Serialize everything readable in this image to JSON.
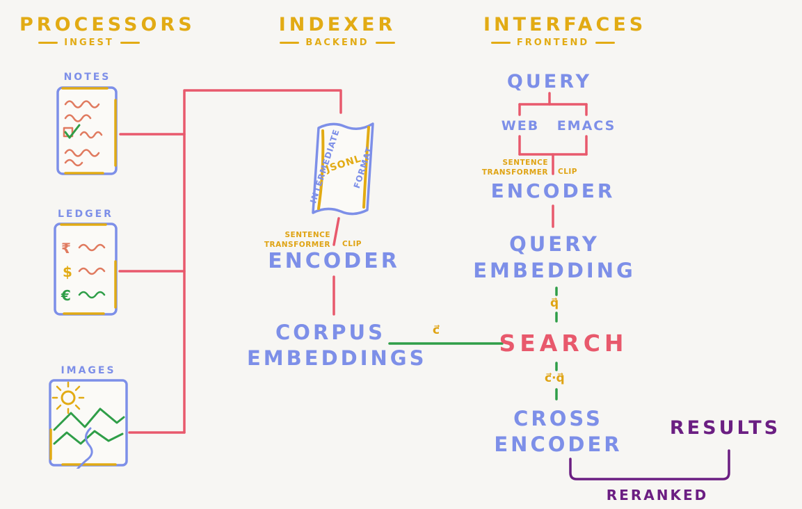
{
  "colors": {
    "background": "#f7f6f3",
    "yellow": "#e2ab14",
    "blue": "#7d8fe8",
    "red": "#e8596c",
    "green": "#2f9e48",
    "purple": "#6b1e82",
    "salmon": "#e07a5f"
  },
  "headers": {
    "processors": {
      "title": "PROCESSORS",
      "subtitle": "INGEST"
    },
    "indexer": {
      "title": "INDEXER",
      "subtitle": "BACKEND"
    },
    "interfaces": {
      "title": "INTERFACES",
      "subtitle": "FRONTEND"
    }
  },
  "sources": {
    "notes": {
      "label": "NOTES"
    },
    "ledger": {
      "label": "LEDGER",
      "currency_rupee": "₹",
      "currency_dollar": "$",
      "currency_euro": "€"
    },
    "images": {
      "label": "IMAGES"
    }
  },
  "indexer": {
    "scroll": {
      "left_text": "INTERMEDIATE",
      "center_text": "JSONL",
      "right_text": "FORMAT"
    },
    "encoder_model": {
      "line1": "SENTENCE",
      "line2": "TRANSFORMER",
      "clip": "CLIP"
    },
    "encoder": "ENCODER",
    "corpus_embeddings": {
      "line1": "CORPUS",
      "line2": "EMBEDDINGS"
    }
  },
  "interfaces": {
    "query": "QUERY",
    "clients": {
      "web": "WEB",
      "emacs": "EMACS"
    },
    "encoder_model": {
      "line1": "SENTENCE",
      "line2": "TRANSFORMER",
      "clip": "CLIP"
    },
    "encoder": "ENCODER",
    "query_embedding": {
      "line1": "QUERY",
      "line2": "EMBEDDING"
    },
    "search": "SEARCH",
    "cross_encoder": {
      "line1": "CROSS",
      "line2": "ENCODER"
    },
    "results": "RESULTS",
    "reranked": "RERANKED"
  },
  "edge_labels": {
    "corpus_vector": "c⃗",
    "query_vector": "q⃗",
    "dot_product": "c⃗·q⃗"
  }
}
